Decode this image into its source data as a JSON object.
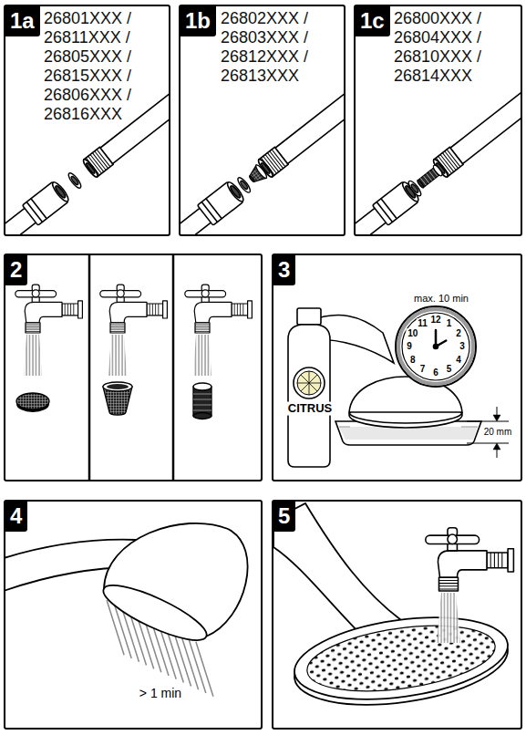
{
  "diagram": {
    "nodes": [
      {
        "text": [
          "1a",
          "26801XXX / 26811XXX / 26805XXX / 26815XXX / 26806XXX / 26816XXX"
        ]
      },
      {
        "text": [
          "1b",
          "26802XXX / 26803XXX / 26812XXX / 26813XXX"
        ]
      },
      {
        "text": [
          "1c",
          "26800XXX / 26804XXX / 26810XXX / 26814XXX"
        ]
      },
      {
        "text": [
          "2"
        ]
      },
      {
        "text": [
          "3"
        ]
      },
      {
        "text": [
          "4"
        ]
      },
      {
        "text": [
          "5"
        ]
      }
    ],
    "labels": [
      "max. 10 min",
      "12",
      "1",
      "2",
      "3",
      "4",
      "5",
      "6",
      "7",
      "8",
      "9",
      "10",
      "11",
      "CITRUS",
      "20 mm",
      "> 1 min"
    ]
  }
}
